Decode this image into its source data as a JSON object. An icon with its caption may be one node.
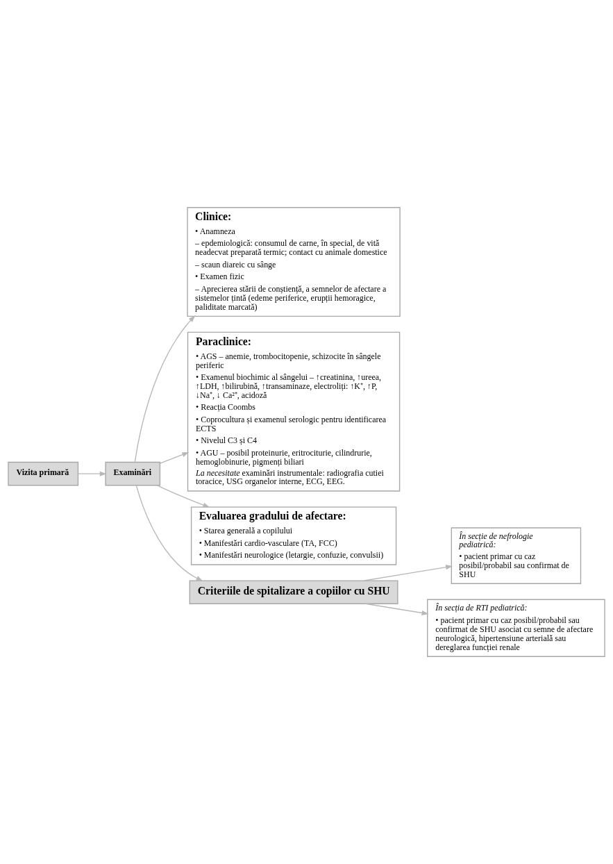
{
  "diagram": {
    "nodes": [
      {
        "text": [
          "Vizita primară"
        ]
      },
      {
        "text": [
          "Examinări"
        ]
      },
      {
        "text": [
          "Clinice:",
          "• Anamneza",
          "– epdemiologică: consumul de carne, în special, de vită neadecvat preparată termic; contact cu animale domestice",
          "– scaun diareic cu sânge",
          "• Examen fizic",
          "– Aprecierea stării de conștiență, a semnelor de afectare a sistemelor țintă (edeme periferice, erupții hemoragice, paliditate marcată)"
        ]
      },
      {
        "text": [
          "Paraclinice:",
          "• AGS – anemie, trombocitopenie, schizocite în sângele periferic",
          "• Examenul biochimic al sângelui – ↑creatinina, ↑ureea, ↑LDH, ↑bilirubină, ↑transaminaze, electroliți: ↑K⁺, ↑P, ↓Na⁺, ↓ Ca²⁺, acidoză",
          "• Reacția Coombs",
          "• Coprocultura și examenul serologic pentru identificarea ECTS",
          "• Nivelul C3 și C4",
          "• AGU – posibil proteinurie, eritrociturie, cilindrurie, hemoglobinurie, pigmenți biliari",
          "*La necesitate* examinări instrumentale: radiografia cutiei toracice, USG organelor interne, ECG, EEG."
        ]
      },
      {
        "text": [
          "Evaluarea gradului de afectare:",
          "• Starea generală a copilului",
          "• Manifestări cardio-vasculare (TA, FCC)",
          "• Manifestări neurologice (letargie, confuzie, convulsii)"
        ]
      },
      {
        "text": [
          "Criteriile de spitalizare a copiilor cu SHU"
        ]
      },
      {
        "text": [
          "În secție de nefrologie pediatrică:",
          "• pacient primar cu caz posibil/probabil sau confirmat de SHU"
        ]
      },
      {
        "text": [
          "În secția de RTI pediatrică:",
          "• pacient primar cu caz posibil/probabil sau confirmat de SHU asociat cu semne de afectare neurologică, hipertensiune arterială sau dereglarea funcției renale"
        ]
      }
    ],
    "edges": [
      {
        "from": 0,
        "to": 1,
        "arrow": "to"
      },
      {
        "from": 1,
        "to": 2,
        "arrow": "to"
      },
      {
        "from": 1,
        "to": 3,
        "arrow": "to"
      },
      {
        "from": 1,
        "to": 4,
        "arrow": "to"
      },
      {
        "from": 1,
        "to": 5,
        "arrow": "to"
      },
      {
        "from": 5,
        "to": 6,
        "arrow": "to"
      },
      {
        "from": 5,
        "to": 7,
        "arrow": "to"
      }
    ]
  }
}
